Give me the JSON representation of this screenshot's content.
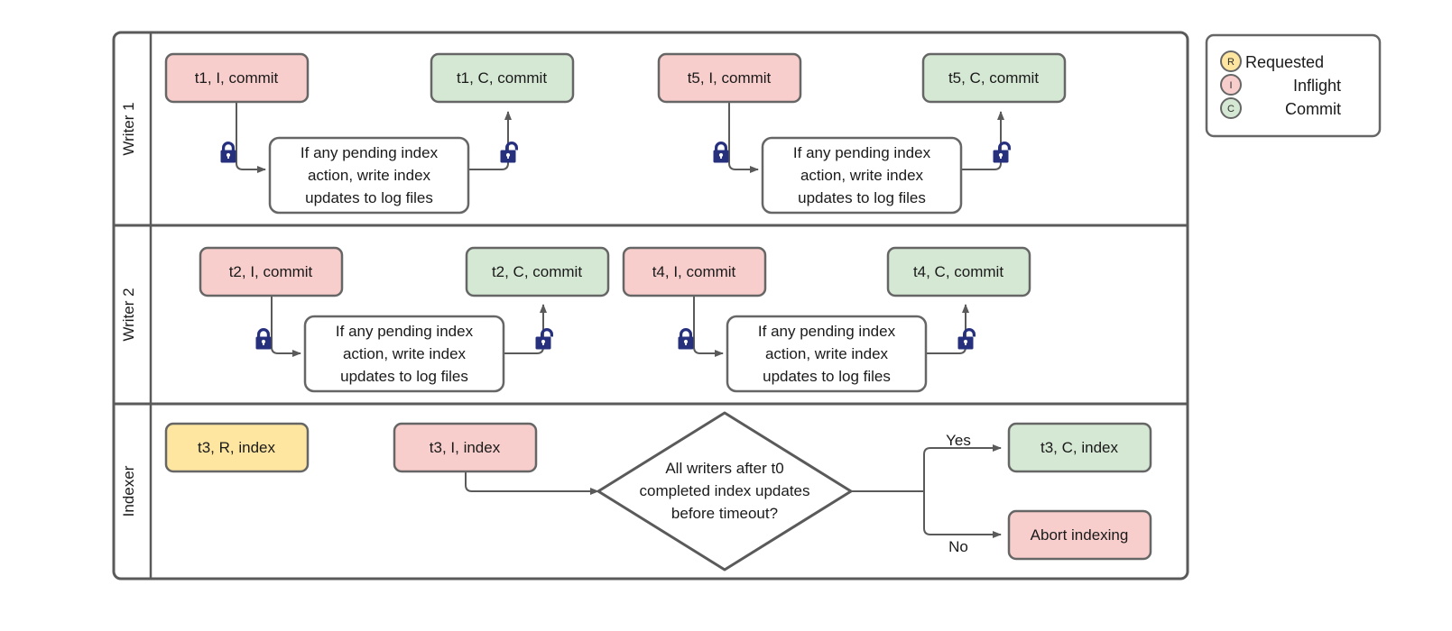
{
  "diagram": {
    "title": "Writer / Indexer concurrency swimlane flowchart",
    "colors": {
      "inflight_fill": "#f8cecc",
      "commit_fill": "#d5e8d4",
      "requested_fill": "#ffe6a0",
      "plain_fill": "#ffffff",
      "stroke": "#666666",
      "lane_stroke": "#5a5a5a",
      "lock_color": "#26307d",
      "text": "#1a1a1a"
    },
    "lanes": [
      {
        "id": "writer1",
        "label": "Writer 1"
      },
      {
        "id": "writer2",
        "label": "Writer 2"
      },
      {
        "id": "indexer",
        "label": "Indexer"
      }
    ],
    "nodes": {
      "w1_t1_i": {
        "label": "t1, I, commit",
        "state": "inflight"
      },
      "w1_t1_c": {
        "label": "t1, C, commit",
        "state": "commit"
      },
      "w1_t5_i": {
        "label": "t5, I, commit",
        "state": "inflight"
      },
      "w1_t5_c": {
        "label": "t5, C, commit",
        "state": "commit"
      },
      "w1_proc_a": {
        "label": "If any pending index action, write index updates to log files",
        "state": "plain"
      },
      "w1_proc_b": {
        "label": "If any pending index action, write index updates to log files",
        "state": "plain"
      },
      "w2_t2_i": {
        "label": "t2, I, commit",
        "state": "inflight"
      },
      "w2_t2_c": {
        "label": "t2, C, commit",
        "state": "commit"
      },
      "w2_t4_i": {
        "label": "t4, I, commit",
        "state": "inflight"
      },
      "w2_t4_c": {
        "label": "t4, C, commit",
        "state": "commit"
      },
      "w2_proc_a": {
        "label": "If any pending index action, write index updates to log files",
        "state": "plain"
      },
      "w2_proc_b": {
        "label": "If any pending index action, write index updates to log files",
        "state": "plain"
      },
      "ix_t3_r": {
        "label": "t3, R, index",
        "state": "requested"
      },
      "ix_t3_i": {
        "label": "t3, I, index",
        "state": "inflight"
      },
      "ix_decision": {
        "label": "All writers after t0 completed index updates before timeout?",
        "state": "decision"
      },
      "ix_t3_c": {
        "label": "t3, C, index",
        "state": "commit"
      },
      "ix_abort": {
        "label": "Abort indexing",
        "state": "inflight"
      }
    },
    "process_text_lines": [
      "If any pending index",
      "action, write index",
      "updates to log files"
    ],
    "decision_text_lines": [
      "All writers after t0",
      "completed index updates",
      "before timeout?"
    ],
    "edge_labels": {
      "yes": "Yes",
      "no": "No"
    },
    "lock_icons": [
      {
        "id": "w1-lock-1",
        "kind": "locked"
      },
      {
        "id": "w1-unlock-1",
        "kind": "unlocked"
      },
      {
        "id": "w1-lock-2",
        "kind": "locked"
      },
      {
        "id": "w1-unlock-2",
        "kind": "unlocked"
      },
      {
        "id": "w2-lock-1",
        "kind": "locked"
      },
      {
        "id": "w2-unlock-1",
        "kind": "unlocked"
      },
      {
        "id": "w2-lock-2",
        "kind": "locked"
      },
      {
        "id": "w2-unlock-2",
        "kind": "unlocked"
      }
    ]
  },
  "legend": {
    "items": [
      {
        "letter": "R",
        "label": "Requested",
        "color": "#ffe6a0"
      },
      {
        "letter": "I",
        "label": "Inflight",
        "color": "#f8cecc"
      },
      {
        "letter": "C",
        "label": "Commit",
        "color": "#d5e8d4"
      }
    ]
  }
}
